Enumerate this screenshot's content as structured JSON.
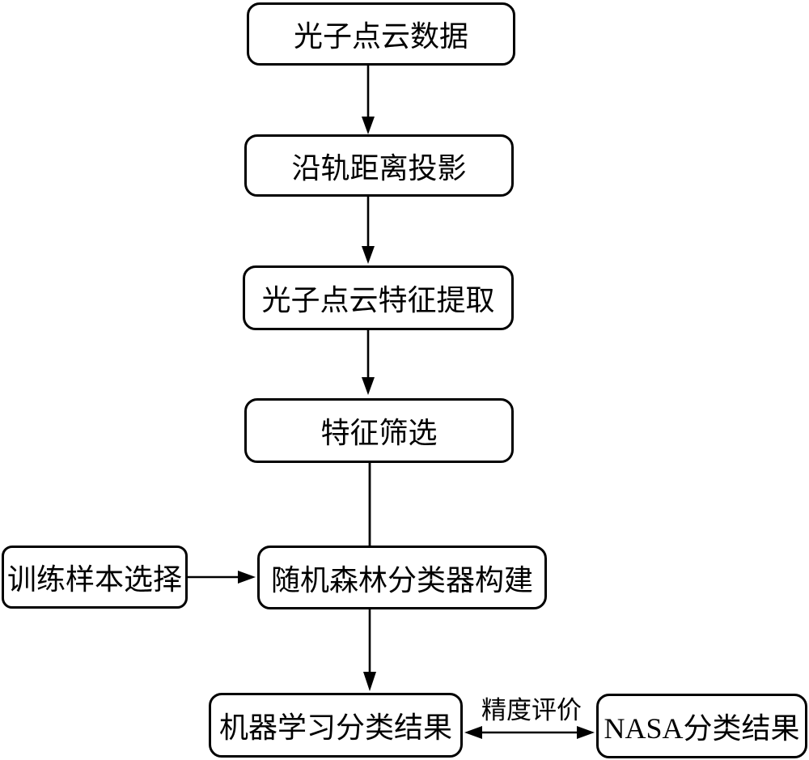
{
  "diagram": {
    "background_color": "#ffffff",
    "stroke_color": "#000000",
    "nodes": [
      {
        "id": "photon-data",
        "label": "光子点云数据"
      },
      {
        "id": "along-track",
        "label": "沿轨距离投影"
      },
      {
        "id": "feature-extraction",
        "label": "光子点云特征提取"
      },
      {
        "id": "feature-selection",
        "label": "特征筛选"
      },
      {
        "id": "training-sample",
        "label": "训练样本选择"
      },
      {
        "id": "random-forest",
        "label": "随机森林分类器构建"
      },
      {
        "id": "ml-result",
        "label": "机器学习分类结果"
      },
      {
        "id": "nasa-result",
        "label": "NASA分类结果"
      }
    ],
    "edges": [
      {
        "from": "photon-data",
        "to": "along-track",
        "type": "arrow-down"
      },
      {
        "from": "along-track",
        "to": "feature-extraction",
        "type": "arrow-down"
      },
      {
        "from": "feature-extraction",
        "to": "feature-selection",
        "type": "arrow-down"
      },
      {
        "from": "feature-selection",
        "to": "random-forest",
        "type": "plain-line"
      },
      {
        "from": "training-sample",
        "to": "random-forest",
        "type": "arrow-right"
      },
      {
        "from": "random-forest",
        "to": "ml-result",
        "type": "arrow-down"
      },
      {
        "from": "ml-result",
        "to": "nasa-result",
        "type": "double-arrow",
        "label": "精度评价"
      }
    ],
    "edge_label": "精度评价"
  }
}
